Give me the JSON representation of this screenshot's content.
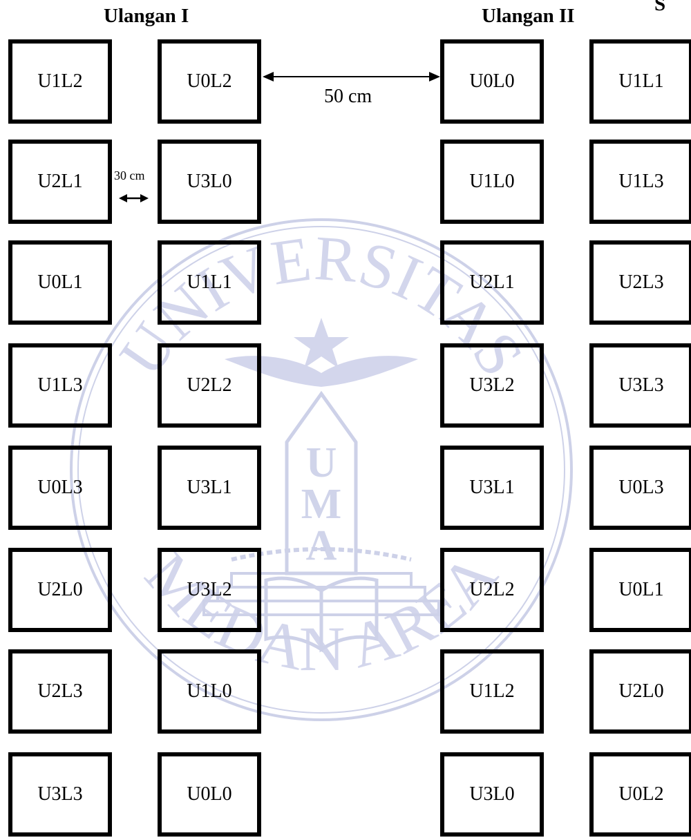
{
  "headings": {
    "rep1": "Ulangan I",
    "rep2": "Ulangan II",
    "cut": "S"
  },
  "rep1": {
    "col_a": [
      "U1L2",
      "U2L1",
      "U0L1",
      "U1L3",
      "U0L3",
      "U2L0",
      "U2L3",
      "U3L3"
    ],
    "col_b": [
      "U0L2",
      "U3L0",
      "U1L1",
      "U2L2",
      "U3L1",
      "U3L2",
      "U1L0",
      "U0L0"
    ]
  },
  "rep2": {
    "col_a": [
      "U0L0",
      "U1L0",
      "U2L1",
      "U3L2",
      "U3L1",
      "U2L2",
      "U1L2",
      "U3L0"
    ],
    "col_b": [
      "U1L1",
      "U1L3",
      "U2L3",
      "U3L3",
      "U0L3",
      "U0L1",
      "U2L0",
      "U0L2"
    ]
  },
  "dimensions": {
    "between_reps": "50 cm",
    "between_plots": "30 cm"
  },
  "watermark": {
    "arc_top": "UNIVERSITAS",
    "arc_bottom": "MEDAN AREA",
    "monument_letters": [
      "U",
      "M",
      "A"
    ],
    "color": "#c9cde6"
  }
}
